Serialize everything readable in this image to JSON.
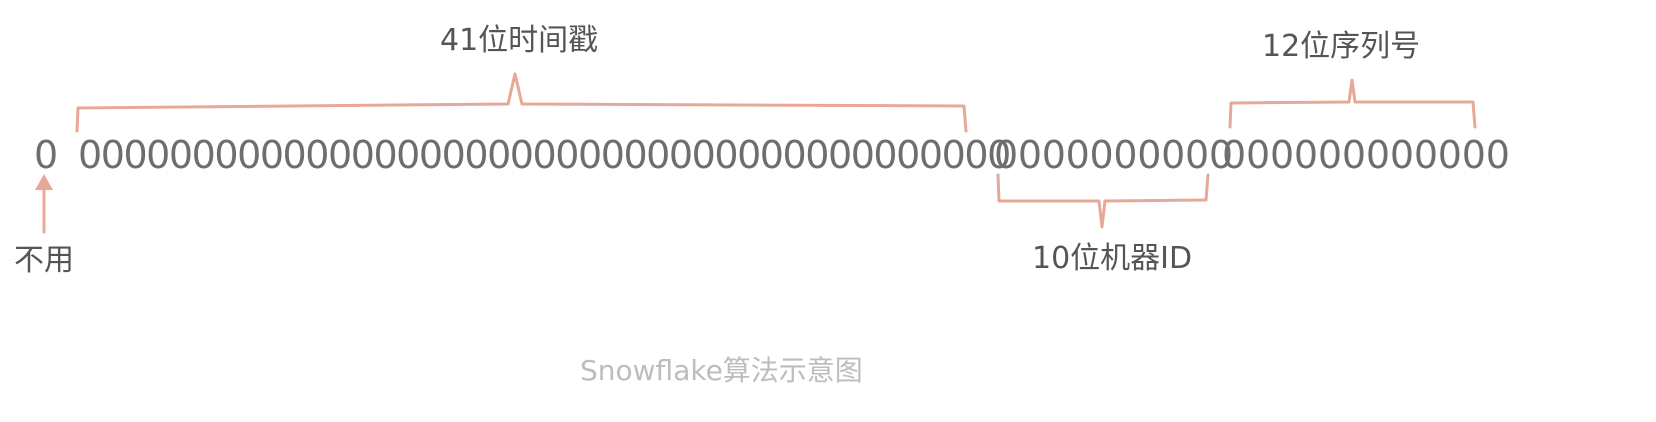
{
  "segments": {
    "sign": {
      "bits": "0",
      "label": "不用"
    },
    "timestamp": {
      "bits": "00000000000000000000000000000000000000000",
      "label": "41位时间戳"
    },
    "machine": {
      "bits": "0000000000",
      "label": "10位机器ID"
    },
    "sequence": {
      "bits": "000000000000",
      "label": "12位序列号"
    }
  },
  "caption": "Snowflake算法示意图",
  "colors": {
    "bracket": "#e8a898",
    "arrow": "#e8a898",
    "bits_text": "#6e6e6e",
    "label_text": "#555555",
    "caption_text": "#bdbdbd"
  }
}
